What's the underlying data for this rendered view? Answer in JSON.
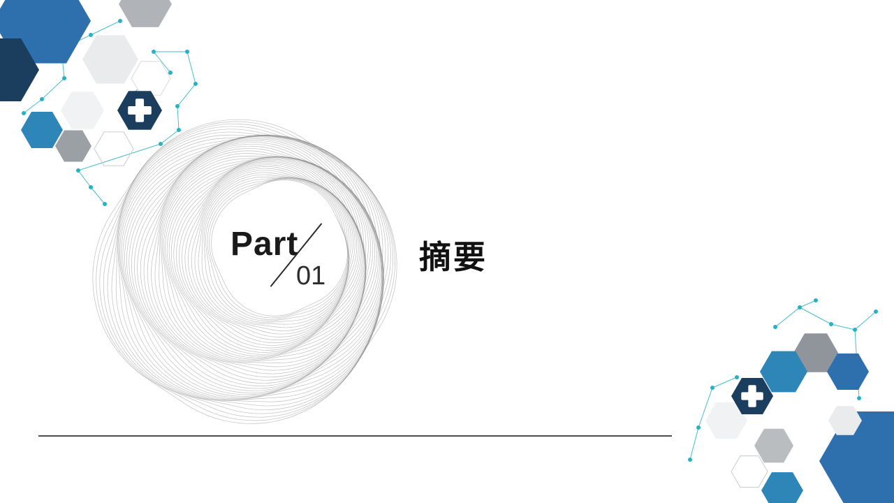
{
  "slide": {
    "part_label": "Part",
    "part_number": "01",
    "section_title": "摘要"
  },
  "colors": {
    "primary_blue": "#2e6fae",
    "medium_blue": "#2e86b8",
    "navy": "#1c3e5e",
    "teal": "#25b2c6",
    "gray": "#9aa0a4",
    "gray_dark": "#8f959a",
    "gray_mid": "#b0b4b8",
    "light_gray": "#e9ebed",
    "lighter_gray": "#f0f2f3",
    "hex_outline": "#cfd2d5",
    "spiral_line": "#8b8b8b",
    "text_black": "#111111"
  }
}
